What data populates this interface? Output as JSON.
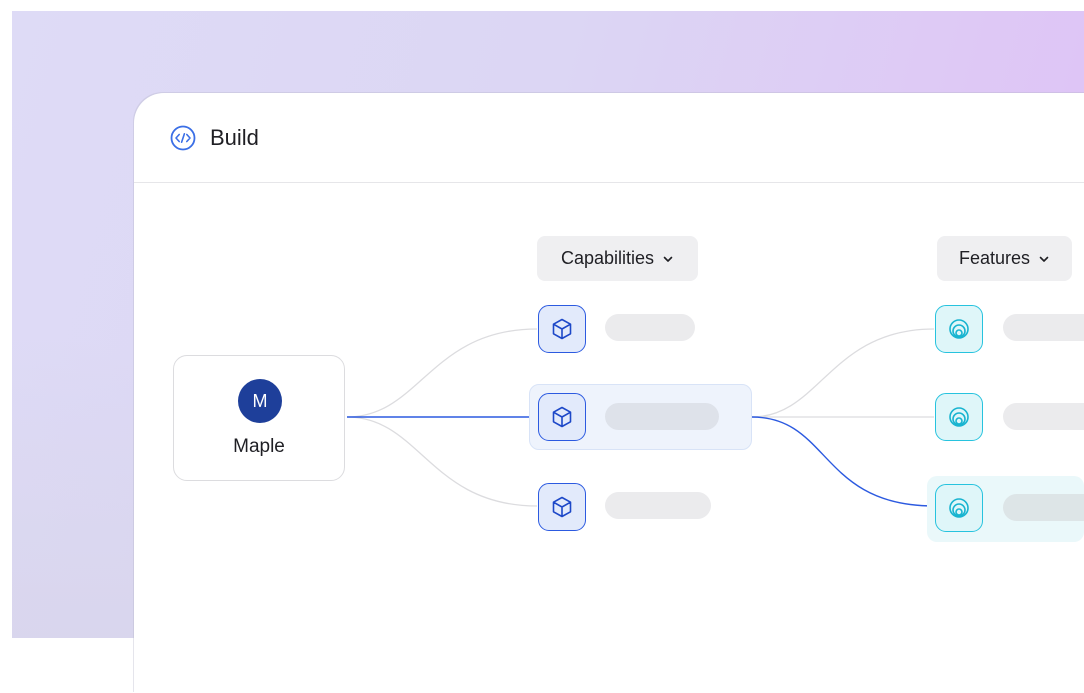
{
  "panel": {
    "title": "Build",
    "title_icon": "code-brackets-icon"
  },
  "columns": {
    "capabilities_label": "Capabilities",
    "features_label": "Features",
    "dropdown_icon": "chevron-down-icon"
  },
  "root": {
    "avatar_initial": "M",
    "label": "Maple"
  },
  "capabilities": {
    "icon": "cube-icon",
    "items": [
      {
        "selected": false
      },
      {
        "selected": true
      },
      {
        "selected": false
      }
    ]
  },
  "features": {
    "icon": "concentric-circles-icon",
    "items": [
      {
        "selected": false
      },
      {
        "selected": false
      },
      {
        "selected": true
      }
    ]
  },
  "colors": {
    "accent_blue": "#2c5ae0",
    "accent_cyan": "#27c3de",
    "avatar": "#1e3f9a",
    "connector_default": "#dcdcdf"
  }
}
